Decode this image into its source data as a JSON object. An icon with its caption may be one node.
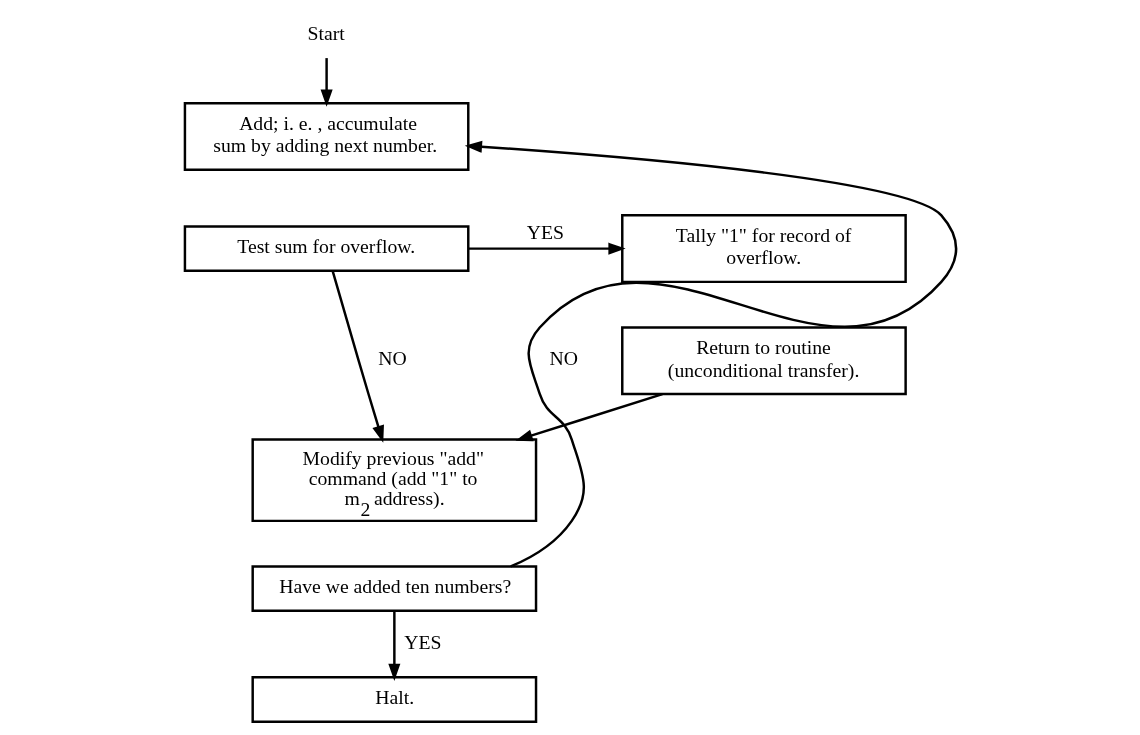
{
  "diagram": {
    "nodes": [
      {
        "text": [
          "Start"
        ]
      },
      {
        "text": [
          "Add; i. e. , accumulate sum by adding next number."
        ]
      },
      {
        "text": [
          "Test sum for overflow."
        ]
      },
      {
        "text": [
          "Tally \"1\" for record of overflow."
        ]
      },
      {
        "text": [
          "Return to routine (unconditional transfer)."
        ]
      },
      {
        "text": [
          "Modify previous \"add\" command (add \"1\" to m$_{2}$ address)."
        ]
      },
      {
        "text": [
          "Have we added ten numbers?"
        ]
      },
      {
        "text": [
          "Halt."
        ]
      }
    ],
    "edges": [
      {
        "from": 0,
        "to": 1,
        "arrow": "to"
      },
      {
        "from": 2,
        "to": 3,
        "label": "YES",
        "arrow": "to"
      },
      {
        "from": 2,
        "to": 5,
        "label": "NO",
        "arrow": "to"
      },
      {
        "from": 4,
        "to": 5,
        "arrow": "to"
      },
      {
        "from": 6,
        "to": 1,
        "label": "NO",
        "arrow": "to"
      },
      {
        "from": 6,
        "to": 7,
        "label": "YES",
        "arrow": "to"
      }
    ]
  }
}
